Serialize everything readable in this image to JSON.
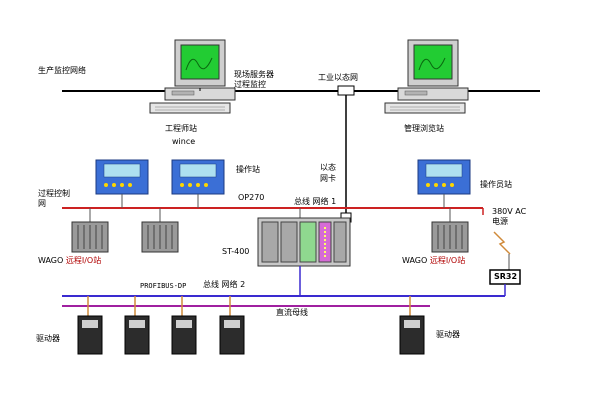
{
  "diagram": {
    "network_top_label": "生产监控网络",
    "industrial_ethernet": "工业以态网",
    "engineer_station": "工程师站",
    "wincc": "wince",
    "server_line1": "现场服务器",
    "server_line2": "过程监控",
    "mgmt_station": "管理浏览站",
    "ethernet_card_line1": "以态",
    "ethernet_card_line2": "网卡",
    "operator_station": "操作站",
    "op270": "OP270",
    "operator_station_right": "操作员站",
    "process_control_line1": "过程控制",
    "process_control_line2": "网",
    "bus_network_1": "总线 网络 1",
    "st400": "ST-400",
    "ac_line1": "380V AC",
    "ac_line2": "电源",
    "wago_left_prefix": "WAGO",
    "wago_left_suffix": "远程I/O站",
    "wago_right_prefix": "WAGO",
    "wago_right_suffix": "远程I/O站",
    "sr32": "SR32",
    "profibus": "PROFIBUS-DP",
    "bus_network_2": "总线 网络 2",
    "dc_bus": "直流母线",
    "drive_left": "驱动器",
    "drive_right": "驱动器"
  },
  "colors": {
    "ethernet_line": "#000000",
    "process_net": "#cc2222",
    "profibus_line": "#3a2ad0",
    "dc_bus": "#a020a0",
    "drop_line": "#d08a3a",
    "monitor_screen": "#22cc33",
    "panel_blue": "#3b6fd6",
    "panel_screen": "#aee0f0"
  }
}
